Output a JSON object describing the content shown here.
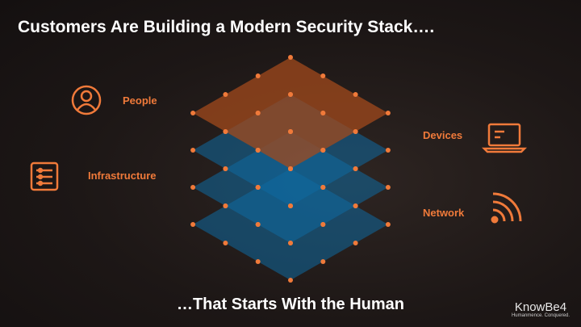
{
  "title": "Customers Are Building a Modern Security Stack….",
  "subtitle": "…That Starts With the Human",
  "labels": {
    "people": "People",
    "infrastructure": "Infrastructure",
    "devices": "Devices",
    "network": "Network"
  },
  "icons": {
    "people": "user-circle-icon",
    "infrastructure": "list-settings-icon",
    "devices": "laptop-icon",
    "network": "rss-wifi-icon"
  },
  "logo": {
    "name": "KnowBe4",
    "tagline": "Humanmence. Conquered."
  },
  "colors": {
    "accent": "#f07a3a",
    "top_layer": "#a14a1c",
    "blue_layer": "#0f6aa0"
  }
}
